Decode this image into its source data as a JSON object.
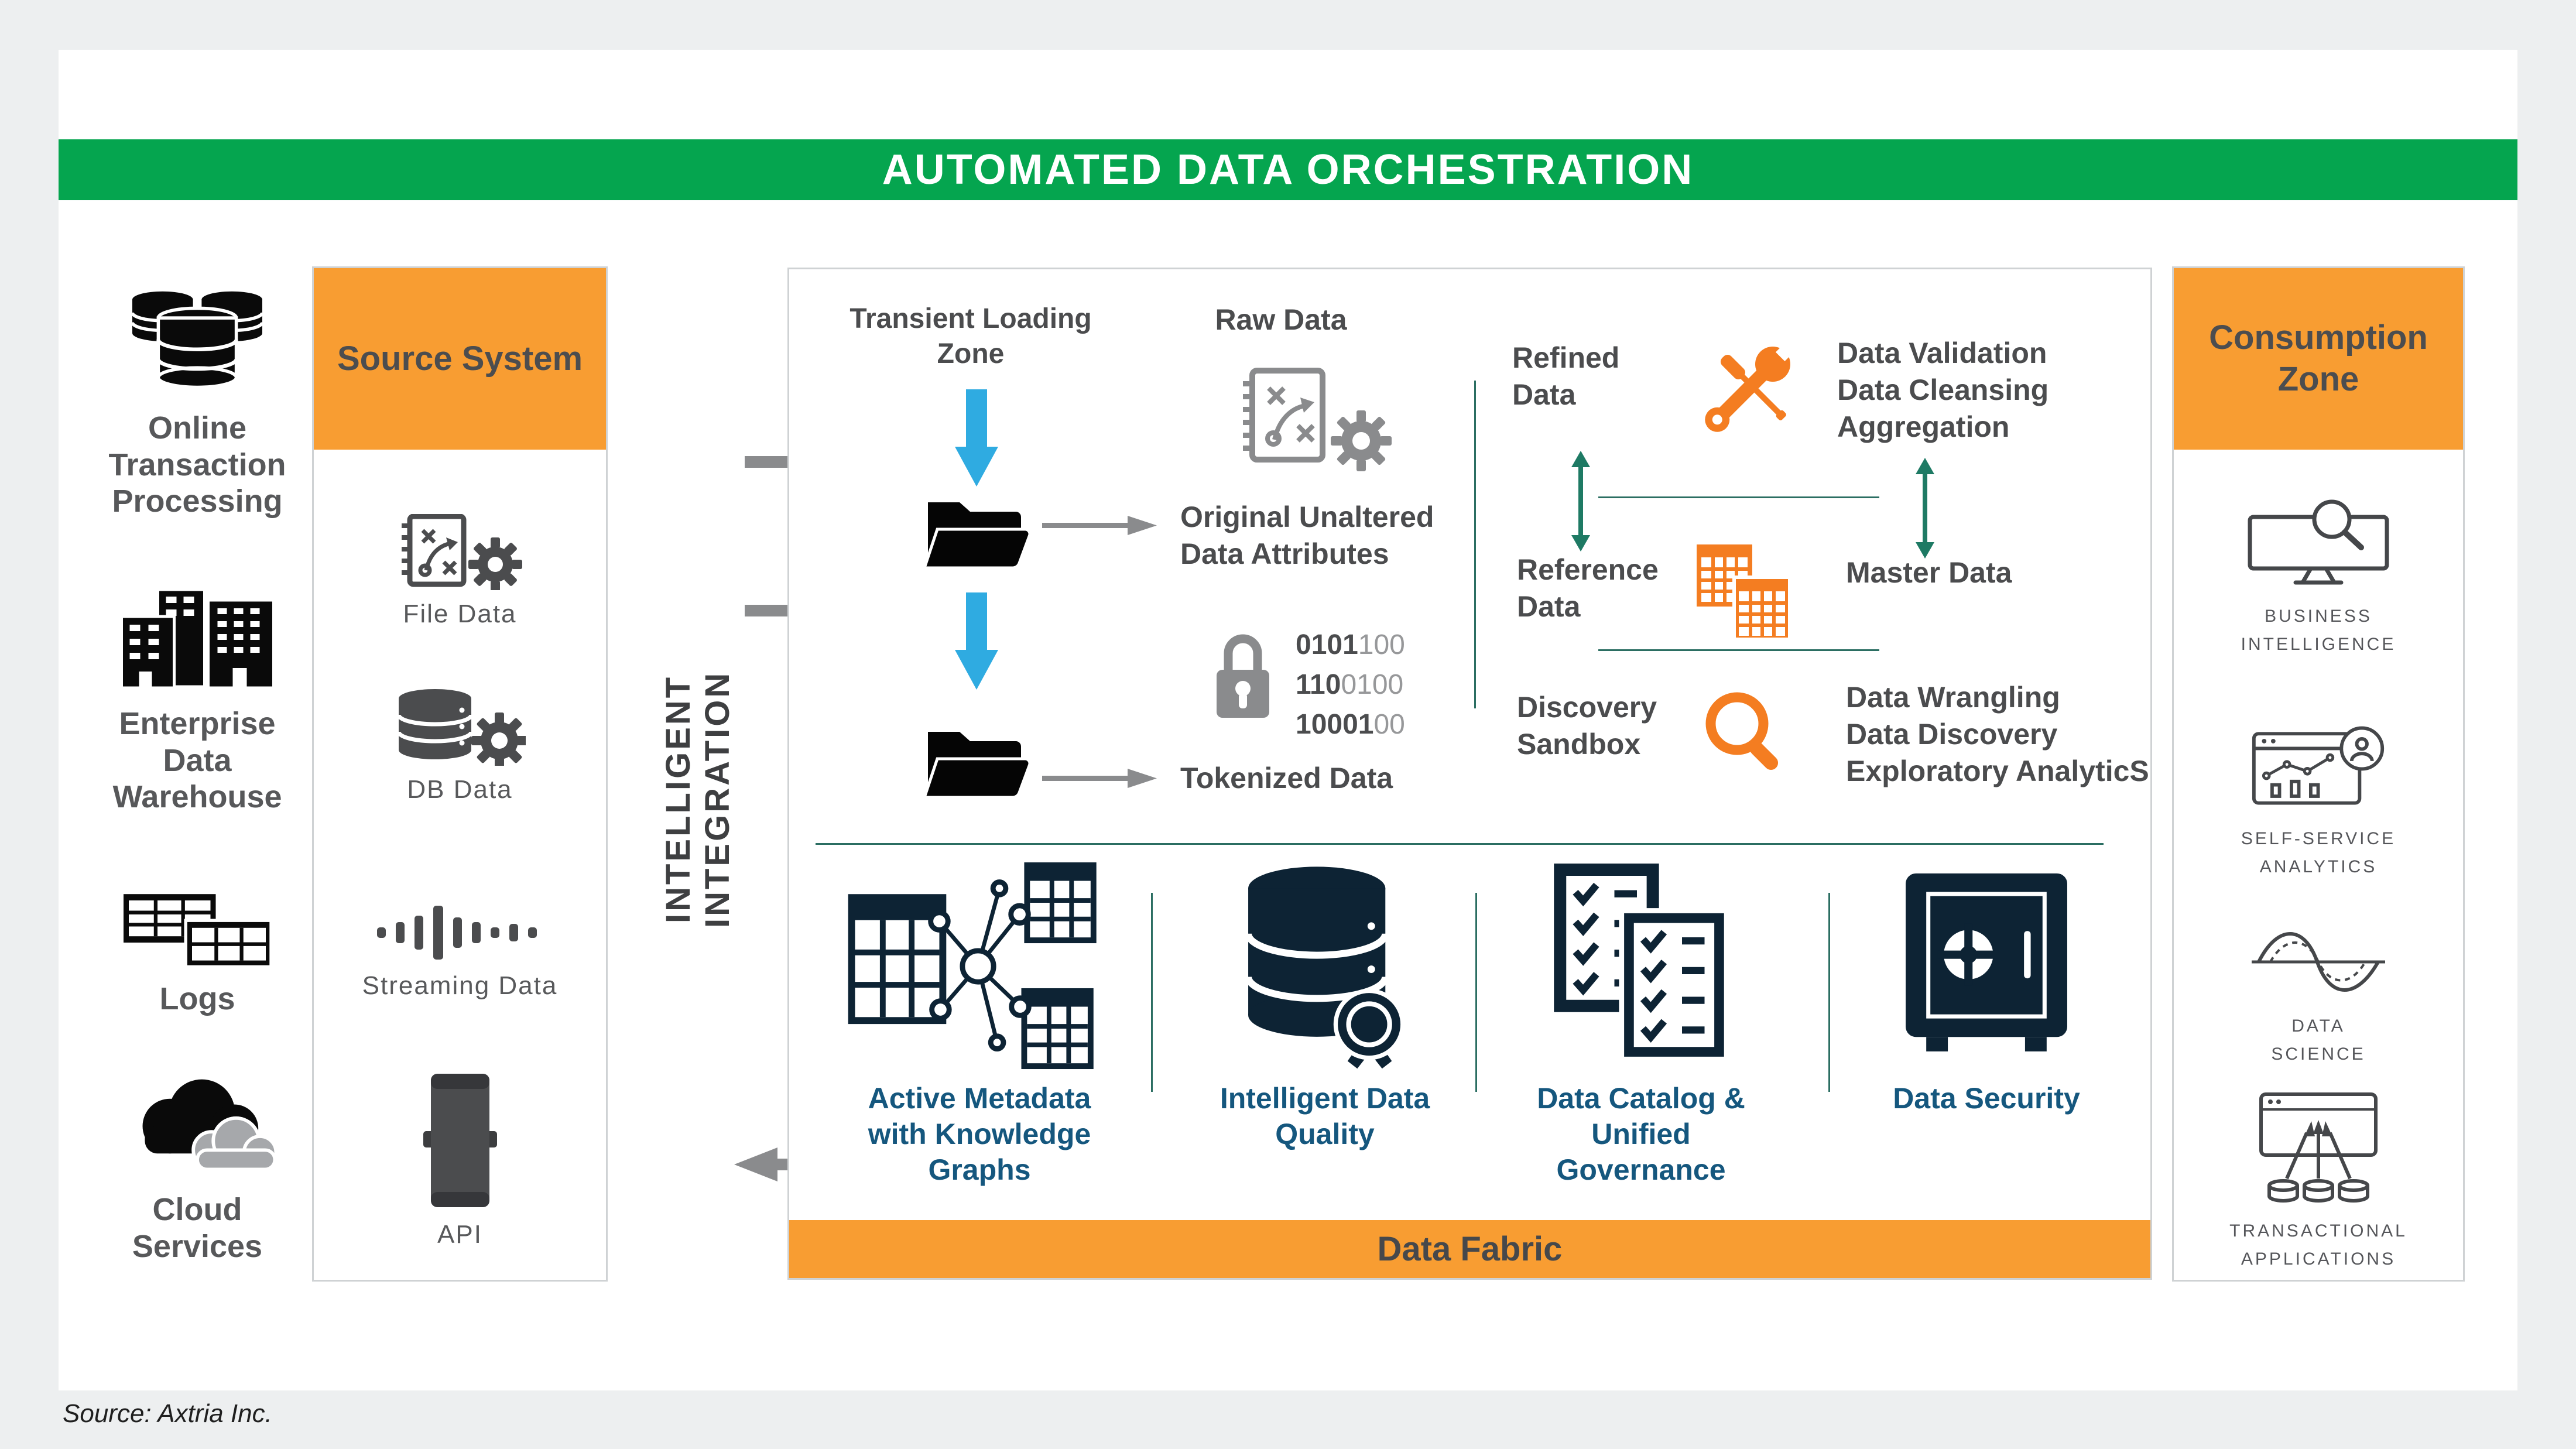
{
  "colors": {
    "bg": "#edeff0",
    "green": "#05a54f",
    "orange": "#f89d32",
    "orange-icon": "#f47d21",
    "charcoal": "#4b4c4e",
    "navy": "#0d2334",
    "navy-label": "#15577e",
    "teal": "#1e7a64",
    "blue": "#2fabe1",
    "arrow-gray": "#8a8b8d",
    "border": "#cfd2d4"
  },
  "banner": {
    "title": "AUTOMATED DATA ORCHESTRATION"
  },
  "source_channels": {
    "items": [
      {
        "label": "Online\nTransaction\nProcessing",
        "icon": "database-stack-icon"
      },
      {
        "label": "Enterprise\nData\nWarehouse",
        "icon": "buildings-icon"
      },
      {
        "label": "Logs",
        "icon": "log-tables-icon"
      },
      {
        "label": "Cloud\nServices",
        "icon": "cloud-icon"
      }
    ]
  },
  "source_system": {
    "title": "Source System",
    "items": [
      {
        "label": "File Data",
        "icon": "file-gear-icon"
      },
      {
        "label": "DB Data",
        "icon": "database-gear-icon"
      },
      {
        "label": "Streaming Data",
        "icon": "stream-bars-icon"
      },
      {
        "label": "API",
        "icon": "api-icon"
      }
    ]
  },
  "integration": {
    "label": "INTELLIGENT INTEGRATION"
  },
  "pipeline": {
    "transient_title": "Transient Loading\nZone",
    "raw_title": "Raw Data",
    "original_label": "Original Unaltered\nData Attributes",
    "tokenized_label": "Tokenized Data",
    "binary_lines": [
      {
        "bold": "0101",
        "rest": "100"
      },
      {
        "bold": "110",
        "rest": "0100"
      },
      {
        "bold": "10001",
        "rest": "00"
      }
    ],
    "refined_label": "Refined\nData",
    "validation_label": "Data Validation\nData Cleansing\nAggregation",
    "reference_label": "Reference\nData",
    "master_label": "Master Data",
    "discovery_label": "Discovery\nSandbox",
    "wrangling_label": "Data Wrangling\nData Discovery\nExploratory AnalyticS"
  },
  "fabric": {
    "bar_label": "Data Fabric",
    "items": [
      {
        "label": "Active Metadata\nwith Knowledge\nGraphs",
        "icon": "knowledge-graph-icon"
      },
      {
        "label": "Intelligent Data\nQuality",
        "icon": "database-award-icon"
      },
      {
        "label": "Data Catalog &\nUnified\nGovernance",
        "icon": "checklist-icon"
      },
      {
        "label": "Data Security",
        "icon": "safe-icon"
      }
    ]
  },
  "consumption": {
    "title": "Consumption\nZone",
    "items": [
      {
        "label": "BUSINESS\nINTELLIGENCE",
        "icon": "monitor-search-icon"
      },
      {
        "label": "SELF-SERVICE\nANALYTICS",
        "icon": "dashboard-user-icon"
      },
      {
        "label": "DATA\nSCIENCE",
        "icon": "sine-wave-icon"
      },
      {
        "label": "TRANSACTIONAL\nAPPLICATIONS",
        "icon": "app-sync-icon"
      }
    ]
  },
  "footer": {
    "source": "Source: Axtria Inc."
  }
}
